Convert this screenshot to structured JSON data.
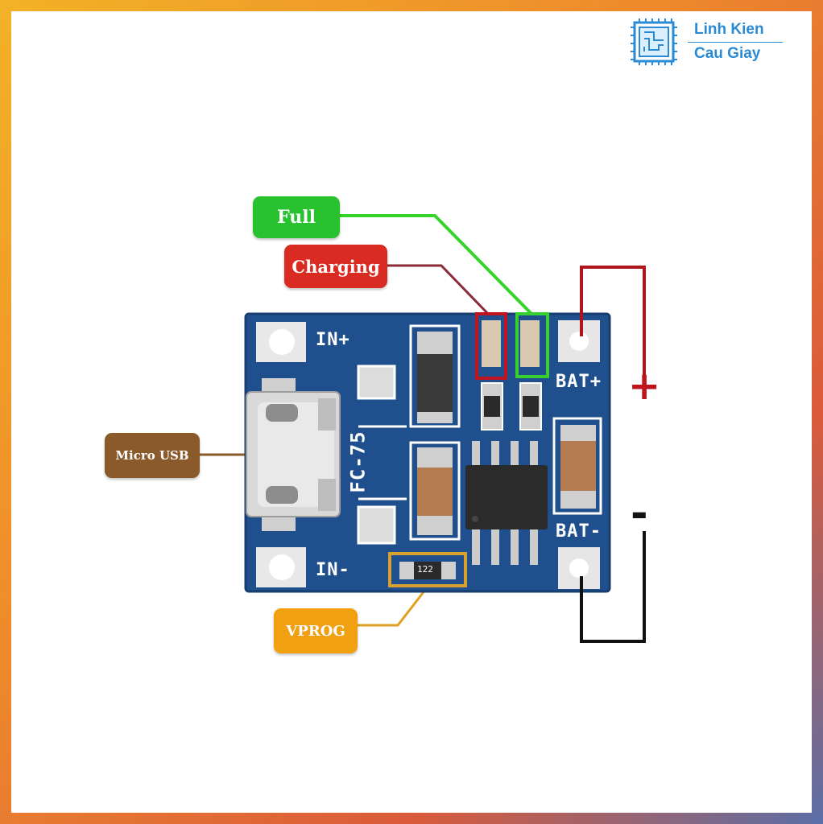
{
  "logo": {
    "line1": "Linh Kien",
    "line2": "Cau Giay"
  },
  "labels": {
    "full": "Full",
    "charging": "Charging",
    "micro_usb": "Micro USB",
    "vprog": "VPROG"
  },
  "silkscreen": {
    "in_plus": "IN+",
    "in_minus": "IN-",
    "bat_plus": "BAT+",
    "bat_minus": "BAT-",
    "board_name": "FC-75",
    "resistor_code": "122"
  },
  "polarity": {
    "plus": "+",
    "minus": "-"
  },
  "colors": {
    "full": "#29c22f",
    "charging": "#d92b22",
    "micro_usb": "#8b5a2b",
    "vprog": "#f0a010",
    "pcb": "#1f4f8c",
    "plus_wire": "#b0141c",
    "minus_wire": "#111111"
  }
}
